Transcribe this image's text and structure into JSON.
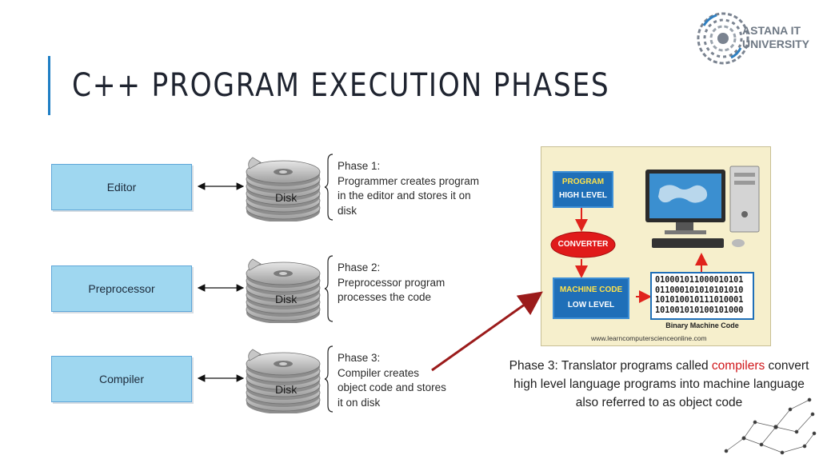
{
  "slide": {
    "title": "C++ PROGRAM EXECUTION PHASES",
    "logo": {
      "line1": "ASTANA IT",
      "line2": "UNIVERSITY"
    }
  },
  "phases": [
    {
      "box": "Editor",
      "disk": "Disk",
      "lines": [
        "Phase 1:",
        "Programmer creates program",
        "in the editor and stores it on",
        "disk"
      ]
    },
    {
      "box": "Preprocessor",
      "disk": "Disk",
      "lines": [
        "Phase 2:",
        "Preprocessor program",
        "processes the code"
      ]
    },
    {
      "box": "Compiler",
      "disk": "Disk",
      "lines": [
        "Phase 3:",
        "Compiler creates",
        "object code and stores",
        "it on disk"
      ]
    }
  ],
  "illustration": {
    "program_title": "PROGRAM",
    "program_sub": "HIGH LEVEL",
    "converter": "CONVERTER",
    "machine_title": "MACHINE CODE",
    "machine_sub": "LOW LEVEL",
    "binary_lines": [
      "010001011000010101",
      "011000101010101010",
      "101010010111010001",
      "101001010100101000"
    ],
    "binary_caption": "Binary Machine Code",
    "watermark": "www.learncomputerscienceonline.com"
  },
  "caption": {
    "before": "Phase 3: Translator programs called ",
    "highlight": "compilers",
    "after": " convert high level language programs into machine language also referred to as object code"
  },
  "colors": {
    "accent": "#1f7ec4",
    "phase_box": "#9fd7f0",
    "arrow": "#9b1b1b",
    "highlight": "#d0161a"
  }
}
